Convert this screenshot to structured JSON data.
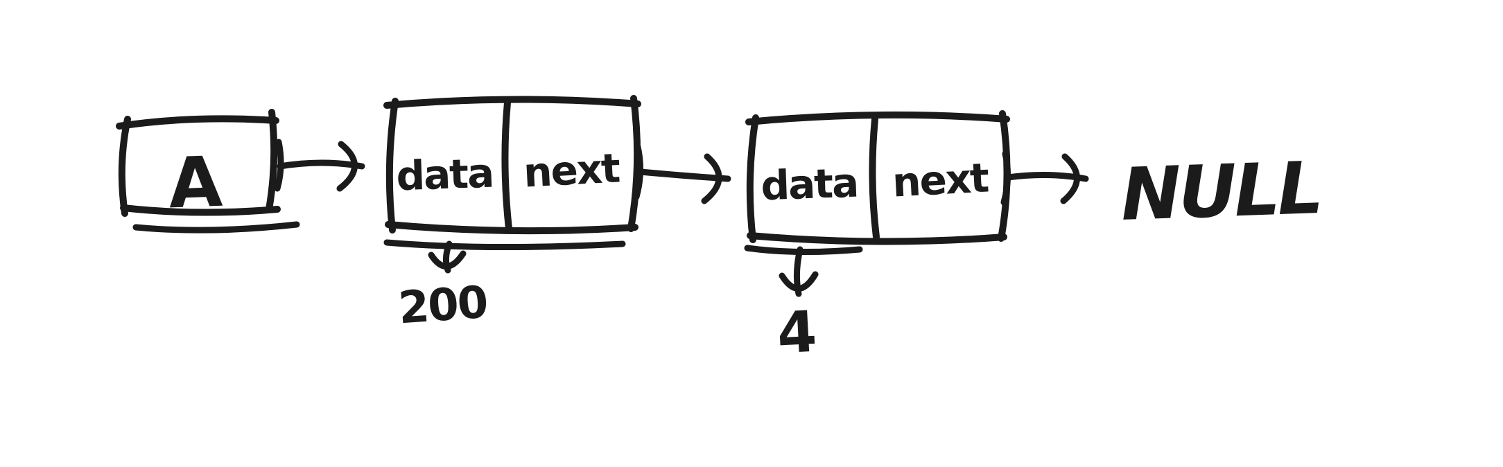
{
  "diagram": {
    "head": {
      "label": "A"
    },
    "nodes": [
      {
        "data_label": "data",
        "next_label": "next",
        "value": "200"
      },
      {
        "data_label": "data",
        "next_label": "next",
        "value": "4"
      }
    ],
    "terminator": {
      "label": "NULL"
    }
  }
}
